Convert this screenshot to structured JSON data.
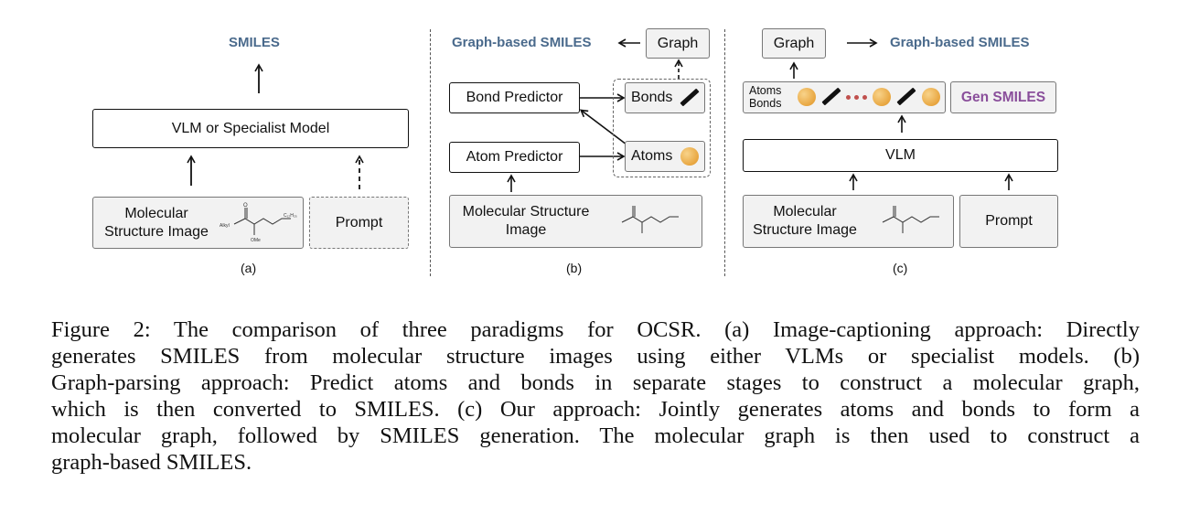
{
  "figure": {
    "panel_a": {
      "output_label": "SMILES",
      "model_label": "VLM or Specialist Model",
      "image_label": "Molecular Structure Image",
      "prompt_label": "Prompt",
      "caption": "(a)"
    },
    "panel_b": {
      "output_label": "Graph-based SMILES",
      "graph_label": "Graph",
      "bond_predictor_label": "Bond Predictor",
      "atom_predictor_label": "Atom Predictor",
      "bonds_label": "Bonds",
      "atoms_label": "Atoms",
      "image_label": "Molecular Structure Image",
      "caption": "(b)"
    },
    "panel_c": {
      "graph_label": "Graph",
      "output_label": "Graph-based SMILES",
      "atoms_label": "Atoms",
      "bonds_label": "Bonds",
      "gen_smiles_label": "Gen SMILES",
      "vlm_label": "VLM",
      "image_label": "Molecular Structure Image",
      "prompt_label": "Prompt",
      "caption": "(c)"
    },
    "molecule_labels": {
      "nh": "AlkyI",
      "ome": "OMe",
      "chain": "C₁₂H₂₅",
      "oxygen": "O"
    },
    "colors": {
      "blue_label": "#4a6a8c",
      "gen_smiles": "#8a4f9b",
      "atom_ball": "#e8a640",
      "dots": "#c0504d"
    }
  },
  "caption": {
    "lines": [
      "Figure 2: The comparison of three paradigms for OCSR. (a) Image-captioning approach: Directly",
      "generates SMILES from molecular structure images using either VLMs or specialist models. (b)",
      "Graph-parsing approach: Predict atoms and bonds in separate stages to construct a molecular graph,",
      "which is then converted to SMILES. (c) Our approach: Jointly generates atoms and bonds to form a",
      "molecular graph, followed by SMILES generation. The molecular graph is then used to construct a",
      "graph-based SMILES."
    ]
  }
}
